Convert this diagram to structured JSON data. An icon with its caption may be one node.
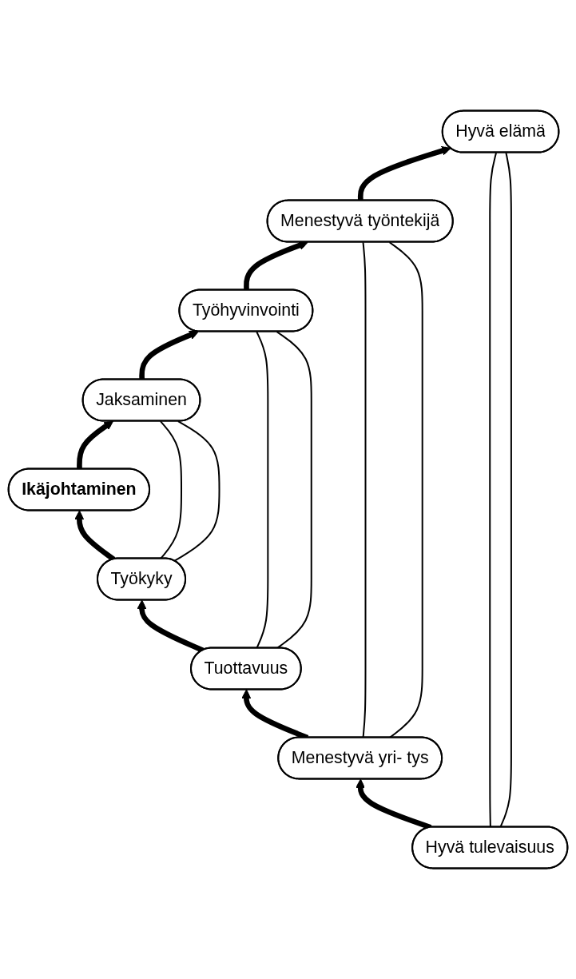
{
  "diagram": {
    "nodes": [
      {
        "text": [
          "Hyvä elämä"
        ]
      },
      {
        "text": [
          "Menestyvä työntekijä"
        ]
      },
      {
        "text": [
          "Työhyvinvointi"
        ]
      },
      {
        "text": [
          "Jaksaminen"
        ]
      },
      {
        "text": [
          "Ikäjohtaminen"
        ]
      },
      {
        "text": [
          "Työkyky"
        ]
      },
      {
        "text": [
          "Tuottavuus"
        ]
      },
      {
        "text": [
          "Menestyvä yri- tys"
        ]
      },
      {
        "text": [
          "Hyvä tulevaisuus"
        ]
      }
    ],
    "edges": [
      {
        "from": 8,
        "to": 7,
        "arrow": "to",
        "style": "thick"
      },
      {
        "from": 7,
        "to": 6,
        "arrow": "to",
        "style": "thick"
      },
      {
        "from": 6,
        "to": 5,
        "arrow": "to",
        "style": "thick"
      },
      {
        "from": 5,
        "to": 4,
        "arrow": "to",
        "style": "thick"
      },
      {
        "from": 4,
        "to": 3,
        "arrow": "to",
        "style": "thick"
      },
      {
        "from": 3,
        "to": 2,
        "arrow": "to",
        "style": "thick"
      },
      {
        "from": 2,
        "to": 1,
        "arrow": "to",
        "style": "thick"
      },
      {
        "from": 1,
        "to": 0,
        "arrow": "to",
        "style": "thick"
      },
      {
        "from": 8,
        "to": 0,
        "arrow": "none"
      },
      {
        "from": 8,
        "to": 0,
        "arrow": "none"
      },
      {
        "from": 7,
        "to": 1,
        "arrow": "none"
      },
      {
        "from": 7,
        "to": 1,
        "arrow": "none"
      },
      {
        "from": 6,
        "to": 2,
        "arrow": "none"
      },
      {
        "from": 6,
        "to": 2,
        "arrow": "none"
      },
      {
        "from": 5,
        "to": 3,
        "arrow": "none"
      },
      {
        "from": 5,
        "to": 3,
        "arrow": "none"
      }
    ]
  }
}
